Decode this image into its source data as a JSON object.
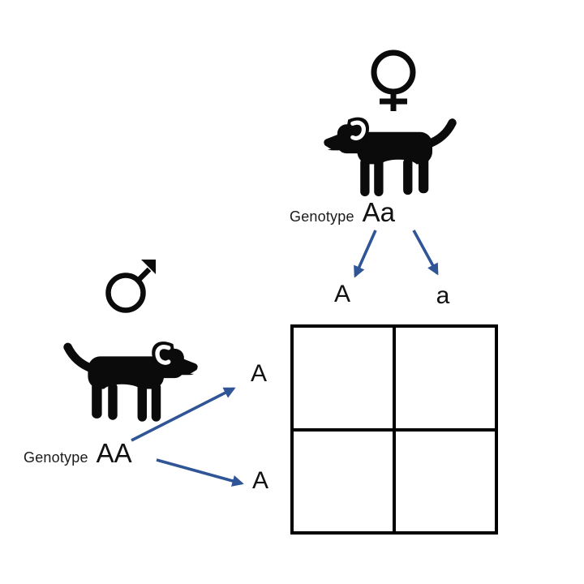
{
  "diagram": {
    "title_semantic": "Punnett square cross of two dogs",
    "background_color": "#ffffff",
    "arrow_color": "#2F5597",
    "icon_color": "#0b0b0b"
  },
  "female_parent": {
    "sex": "female",
    "genotype_label": "Genotype",
    "genotype": "Aa",
    "gametes": [
      "A",
      "a"
    ]
  },
  "male_parent": {
    "sex": "male",
    "genotype_label": "Genotype",
    "genotype": "AA",
    "gametes": [
      "A",
      "A"
    ]
  },
  "punnett_square": {
    "column_headers": [
      "A",
      "a"
    ],
    "row_headers": [
      "A",
      "A"
    ],
    "cells": [
      "",
      "",
      "",
      ""
    ]
  }
}
